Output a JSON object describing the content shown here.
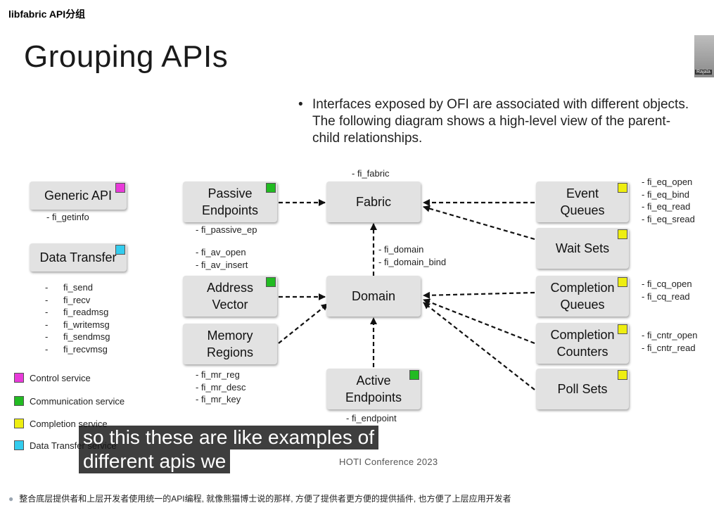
{
  "page_header": "libfabric API分组",
  "slide": {
    "title": "Grouping APIs",
    "bullet": "Interfaces exposed by OFI are associated with different objects. The following diagram shows a high-level view of the parent-child relationships.",
    "video_label": "Rajala",
    "footer": "HOTI Conference 2023"
  },
  "colors": {
    "control": "#e83ad9",
    "communication": "#22bb22",
    "completion": "#eeee11",
    "data_transfer": "#33ccee"
  },
  "boxes": {
    "generic_api": "Generic API",
    "data_transfer": "Data Transfer",
    "passive_endpoints": [
      "Passive",
      "Endpoints"
    ],
    "fabric": "Fabric",
    "address_vector": [
      "Address",
      "Vector"
    ],
    "memory_regions": [
      "Memory",
      "Regions"
    ],
    "domain": "Domain",
    "active_endpoints": [
      "Active",
      "Endpoints"
    ],
    "event_queues": [
      "Event",
      "Queues"
    ],
    "wait_sets": "Wait Sets",
    "completion_queues": [
      "Completion",
      "Queues"
    ],
    "completion_counters": [
      "Completion",
      "Counters"
    ],
    "poll_sets": "Poll Sets"
  },
  "functions": {
    "generic": [
      "- fi_getinfo"
    ],
    "data_transfer": [
      "fi_send",
      "fi_recv",
      "fi_readmsg",
      "fi_writemsg",
      "fi_sendmsg",
      "fi_recvmsg"
    ],
    "fabric": [
      "- fi_fabric"
    ],
    "passive_ep": [
      "- fi_passive_ep"
    ],
    "av": [
      "- fi_av_open",
      "- fi_av_insert"
    ],
    "domain": [
      "- fi_domain",
      "- fi_domain_bind"
    ],
    "mr": [
      "- fi_mr_reg",
      "- fi_mr_desc",
      "- fi_mr_key"
    ],
    "endpoint": [
      "- fi_endpoint"
    ],
    "eq": [
      "- fi_eq_open",
      "- fi_eq_bind",
      "- fi_eq_read",
      "- fi_eq_sread"
    ],
    "cq": [
      "- fi_cq_open",
      "- fi_cq_read"
    ],
    "cntr": [
      "- fi_cntr_open",
      "- fi_cntr_read"
    ]
  },
  "legend": [
    {
      "label": "Control service",
      "color": "#e83ad9"
    },
    {
      "label": "Communication service",
      "color": "#22bb22"
    },
    {
      "label": "Completion service",
      "color": "#eeee11"
    },
    {
      "label": "Data Transfer service",
      "color": "#33ccee"
    }
  ],
  "caption": [
    "so this these are like examples of",
    "different apis we"
  ],
  "note": "整合底层提供者和上层开发者使用统一的API编程, 就像熊猫博士说的那样, 方便了提供者更方便的提供插件, 也方便了上层应用开发者"
}
